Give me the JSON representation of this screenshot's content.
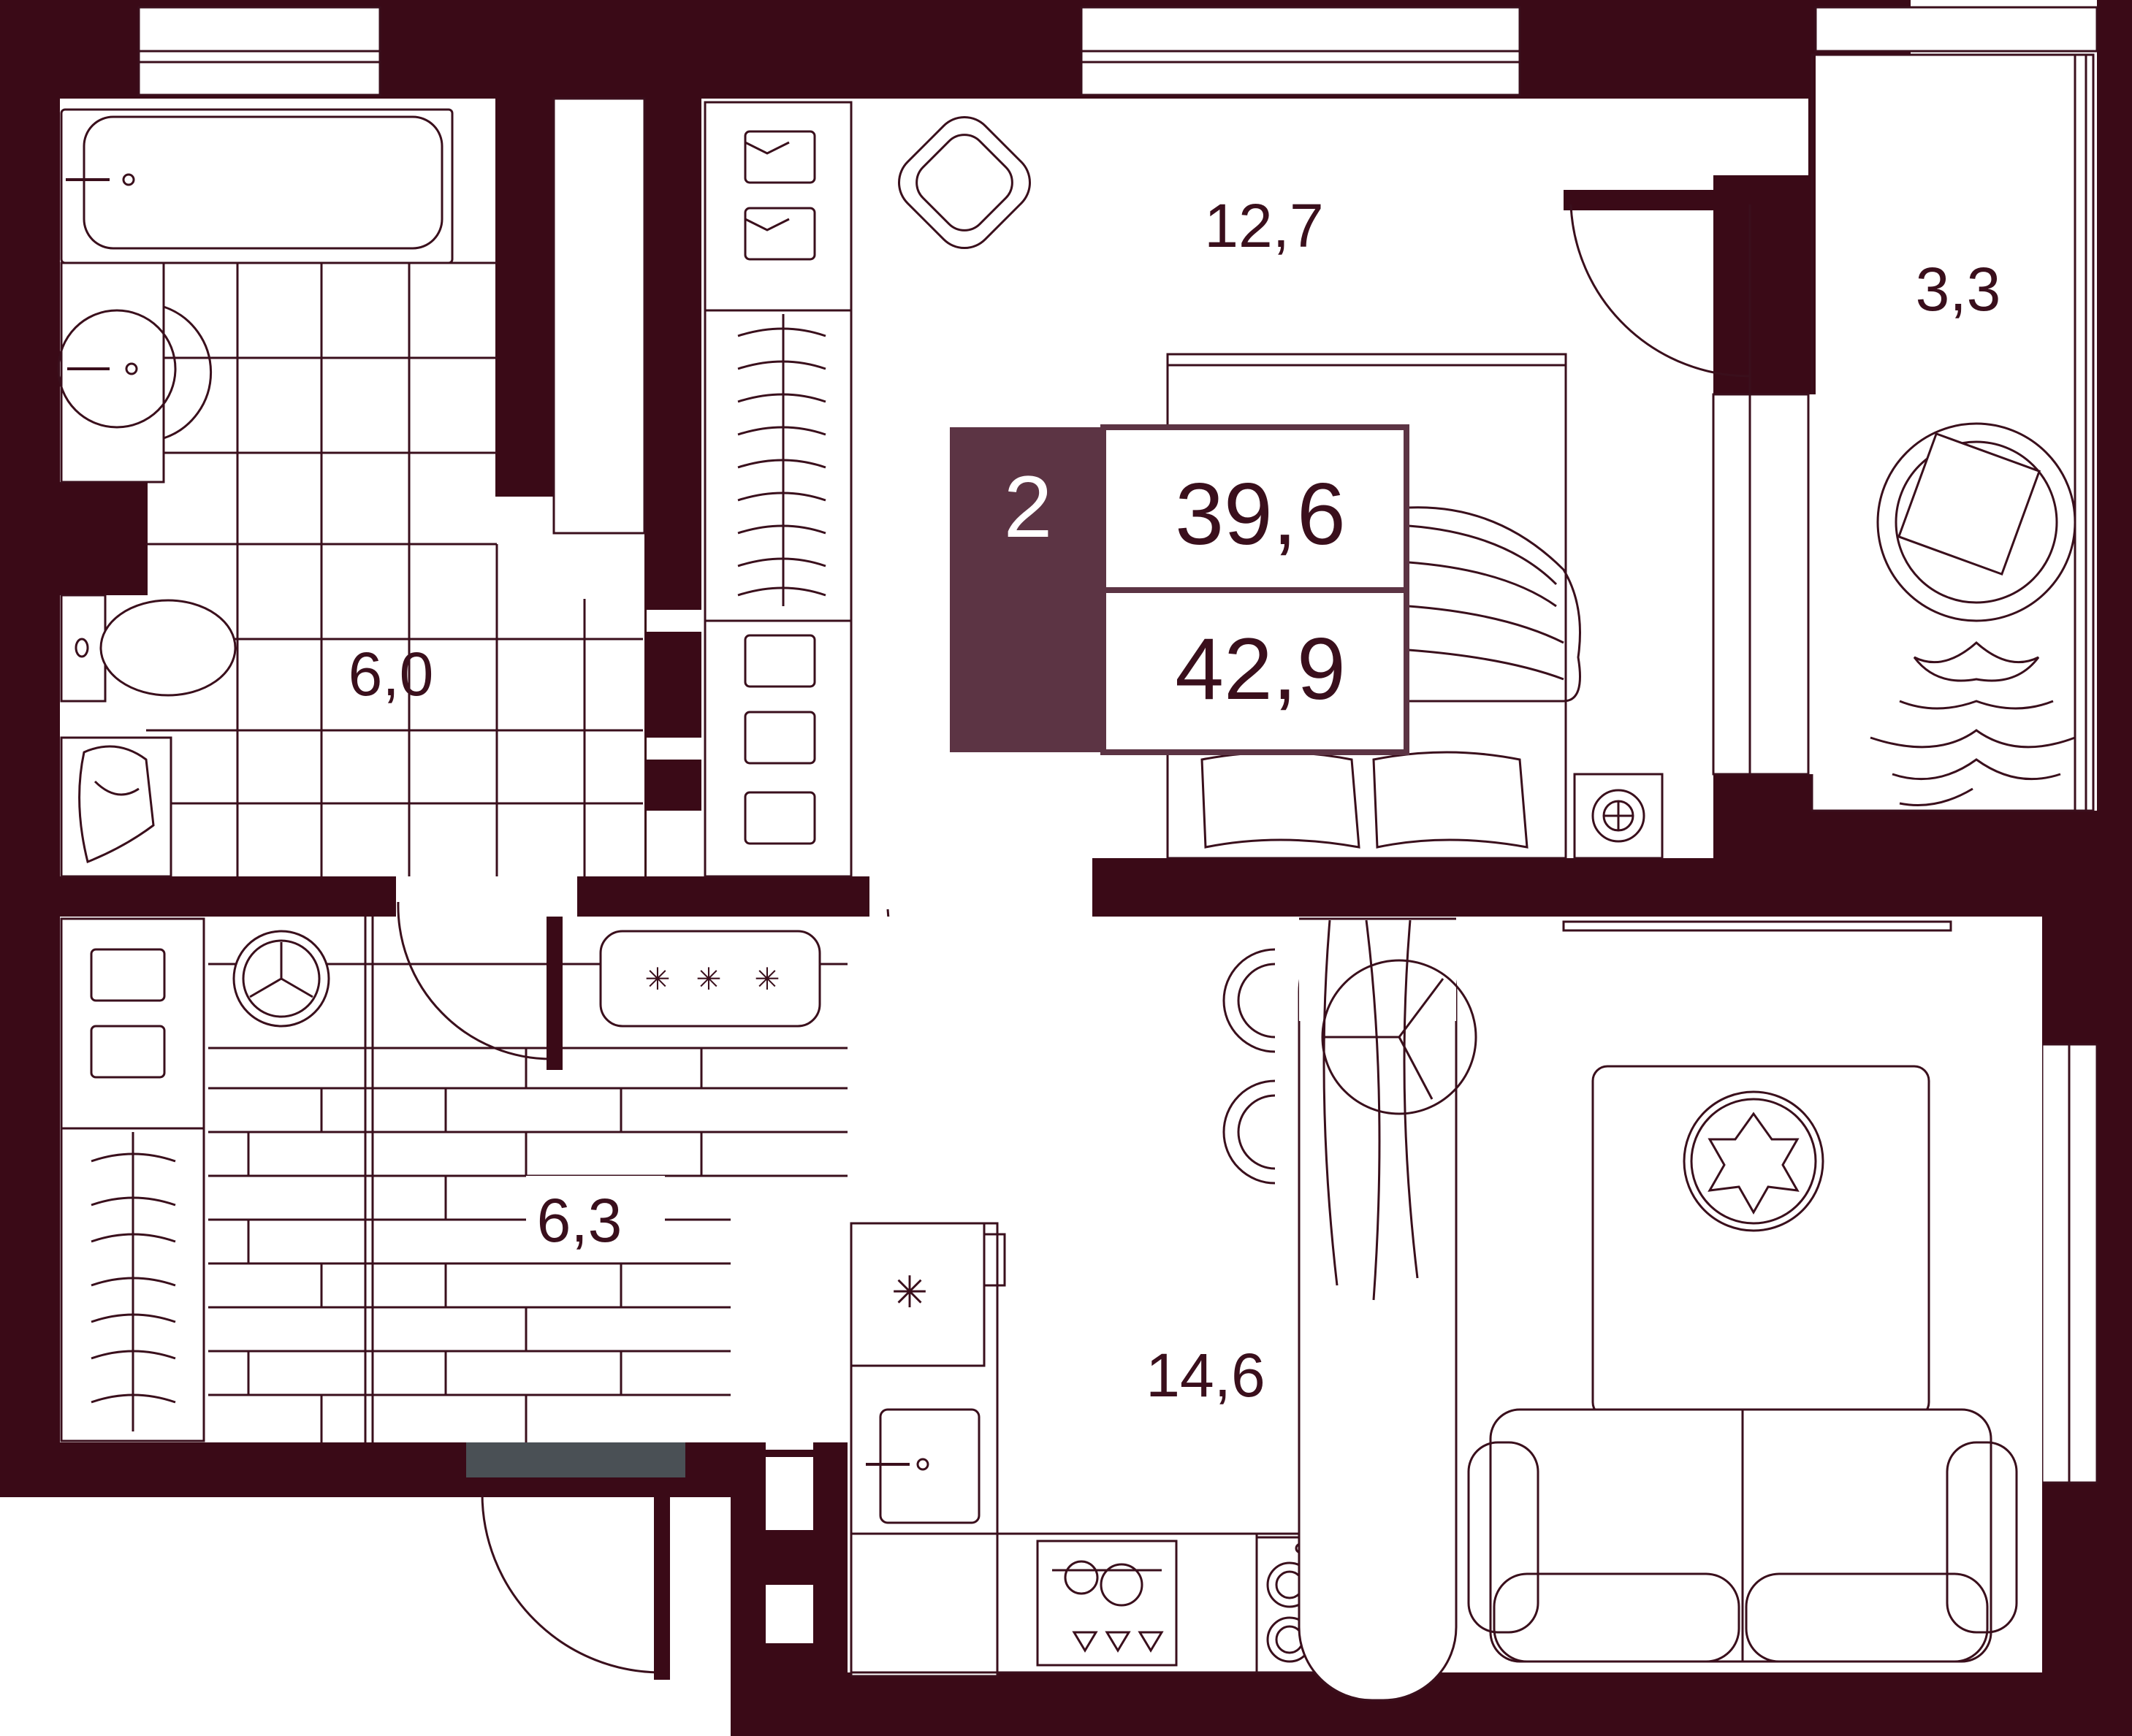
{
  "plan": {
    "rooms_count": "2",
    "living_area": "39,6",
    "total_area": "42,9",
    "rooms": [
      {
        "id": "bathroom",
        "area": "6,0"
      },
      {
        "id": "bedroom",
        "area": "12,7"
      },
      {
        "id": "balcony",
        "area": "3,3"
      },
      {
        "id": "hallway",
        "area": "6,3"
      },
      {
        "id": "kitchen-living",
        "area": "14,6"
      }
    ]
  },
  "colors": {
    "wall": "#3a0a17",
    "badge_fill": "#5c3444",
    "badge_text_light": "#ffffff",
    "badge_text_dark": "#3a0f1c",
    "door_panel": "#4a5055"
  }
}
